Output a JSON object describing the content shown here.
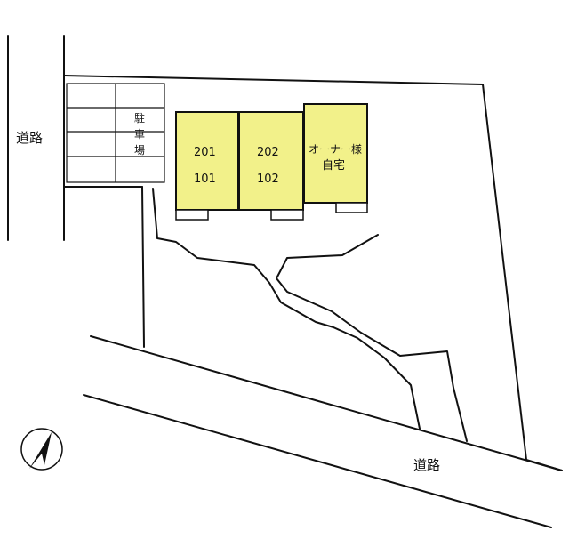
{
  "road_left": "道路",
  "road_bottom": "道路",
  "parking": [
    "駐",
    "車",
    "場"
  ],
  "units": [
    {
      "upper": "201",
      "lower": "101"
    },
    {
      "upper": "202",
      "lower": "102"
    }
  ],
  "owner": {
    "line1": "オーナー様",
    "line2": "自宅"
  },
  "colors": {
    "building_fill": "#f2f18a",
    "lines": "#111111"
  },
  "icons": {
    "north": "north-arrow-icon"
  }
}
